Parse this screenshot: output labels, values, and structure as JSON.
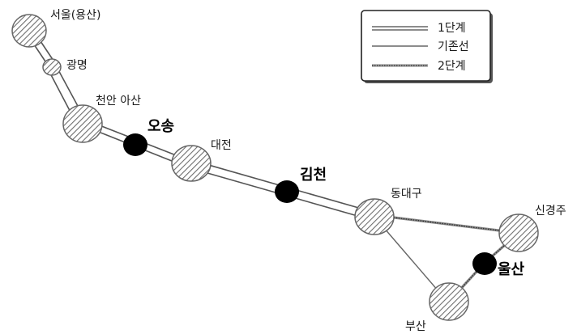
{
  "legend": {
    "items": [
      {
        "key": "phase1",
        "label": "1단계"
      },
      {
        "key": "existing",
        "label": "기존선"
      },
      {
        "key": "phase2",
        "label": "2단계"
      }
    ]
  },
  "stations": {
    "seoul": "서울(용산)",
    "gwangmyeong": "광명",
    "cheonan": "천안 아산",
    "osong": "오송",
    "daejeon": "대전",
    "gimcheon": "김천",
    "dongdaegu": "동대구",
    "singyeongju": "신경주",
    "ulsan": "울산",
    "busan": "부산"
  },
  "colors": {
    "line": "#555555",
    "hatch": "#777777",
    "new_station": "#000000",
    "background": "#ffffff"
  }
}
